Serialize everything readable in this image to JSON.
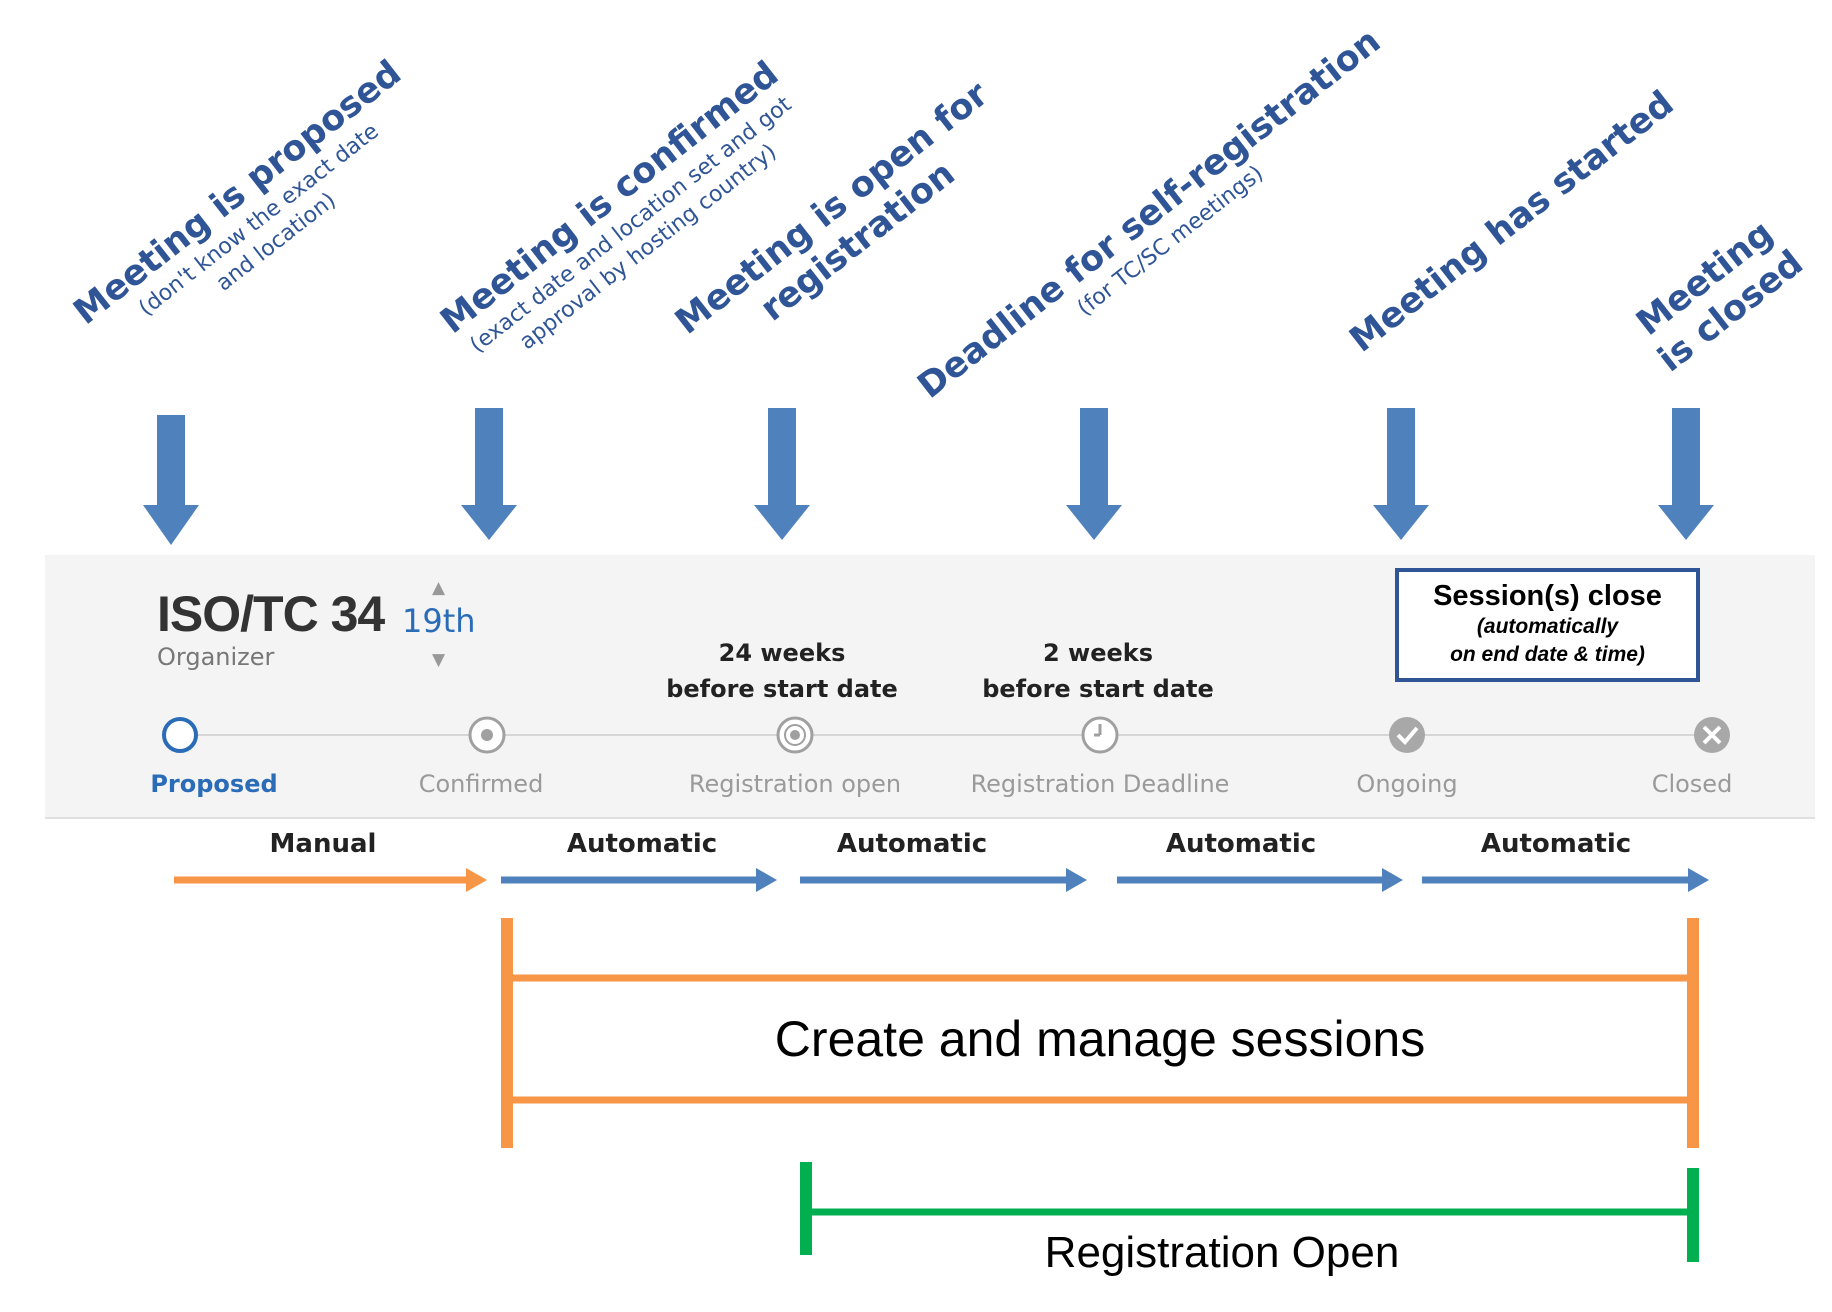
{
  "annotations": [
    {
      "main": "Meeting is proposed",
      "sub": [
        "(don't know the exact date",
        "and location)"
      ]
    },
    {
      "main": "Meeting is confirmed",
      "sub": [
        "(exact date and location set and got",
        "approval by hosting country)"
      ]
    },
    {
      "main": "Meeting is open for",
      "sub": [
        "registration"
      ]
    },
    {
      "main": "Deadline for self-registration",
      "sub": [
        "(for TC/SC meetings)"
      ]
    },
    {
      "main": "Meeting has started",
      "sub": []
    },
    {
      "main": "Meeting",
      "sub": [
        "is closed"
      ]
    }
  ],
  "header": {
    "committee": "ISO/TC 34",
    "role": "Organizer",
    "edition": "19th"
  },
  "notes": {
    "registration_open": [
      "24 weeks",
      "before start date"
    ],
    "registration_deadline": [
      "2 weeks",
      "before start date"
    ]
  },
  "session_box": {
    "title": "Session(s) close",
    "line1": "(automatically",
    "line2": "on end date & time)"
  },
  "steps": [
    {
      "label": "Proposed",
      "icon": "open-circle-icon",
      "active": true
    },
    {
      "label": "Confirmed",
      "icon": "target-icon",
      "active": false
    },
    {
      "label": "Registration open",
      "icon": "double-ring-icon",
      "active": false
    },
    {
      "label": "Registration Deadline",
      "icon": "clock-icon",
      "active": false
    },
    {
      "label": "Ongoing",
      "icon": "checkmark-icon",
      "active": false
    },
    {
      "label": "Closed",
      "icon": "x-circle-icon",
      "active": false
    }
  ],
  "phases": [
    "Manual",
    "Automatic",
    "Automatic",
    "Automatic",
    "Automatic"
  ],
  "spans": {
    "sessions": "Create and manage sessions",
    "registration": "Registration Open"
  },
  "colors": {
    "annotation": "#2f5597",
    "arrow_blue": "#4f81bd",
    "manual_orange": "#f79646",
    "registration_green": "#00b050",
    "active_blue": "#2a6cb8"
  }
}
